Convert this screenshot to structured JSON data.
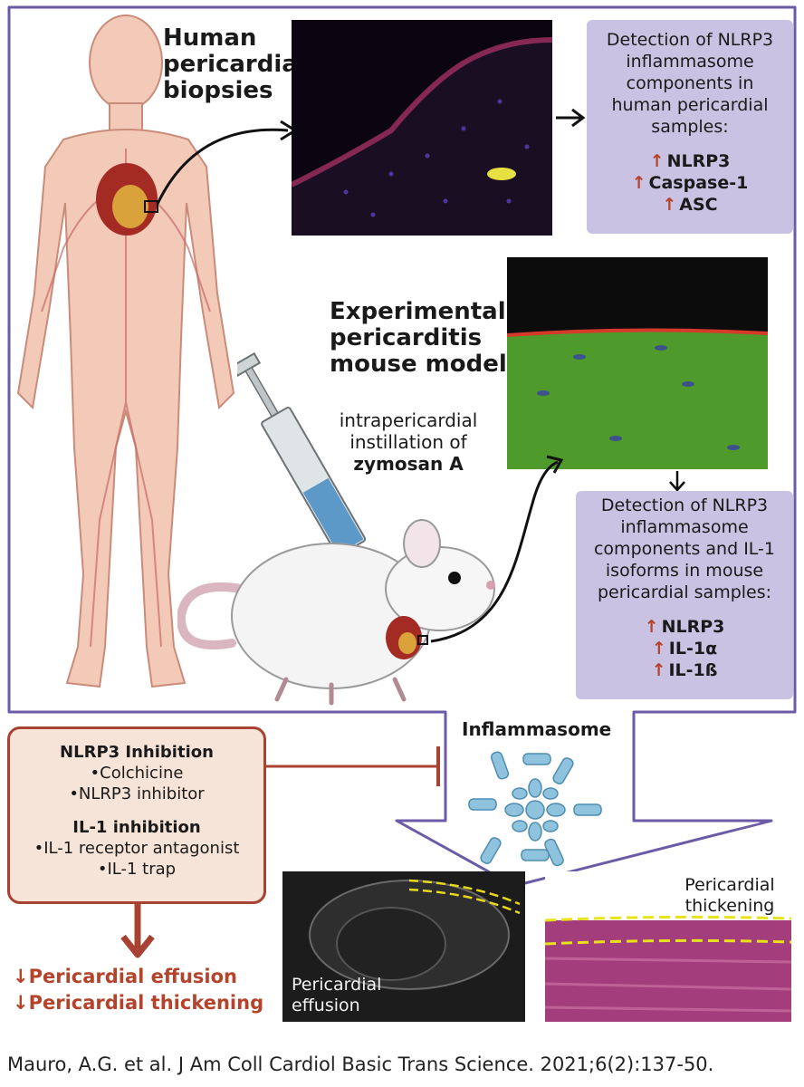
{
  "human_section": {
    "title": "Human pericardial biopsies",
    "detection": {
      "heading": "Detection of NLRP3 inflammasome components in human pericardial samples:",
      "markers": [
        "NLRP3",
        "Caspase-1",
        "ASC"
      ]
    }
  },
  "mouse_section": {
    "title": "Experimental pericarditis mouse model",
    "injection_label": "intrapericardial instillation of",
    "injection_agent": "zymosan A",
    "detection": {
      "heading": "Detection of NLRP3 inflammasome components and IL-1 isoforms in mouse pericardial samples:",
      "markers": [
        "NLRP3",
        "IL-1α",
        "IL-1ß"
      ]
    }
  },
  "inflammasome_label": "Inflammasome",
  "inhibition": {
    "nlrp3_title": "NLRP3 Inhibition",
    "nlrp3_items": [
      "•Colchicine",
      "•NLRP3 inhibitor"
    ],
    "il1_title": "IL-1 inhibition",
    "il1_items": [
      "•IL-1 receptor antagonist",
      "•IL-1 trap"
    ]
  },
  "outcomes": [
    "Pericardial effusion",
    "Pericardial thickening"
  ],
  "image_labels": {
    "echo": "Pericardial effusion",
    "histology": "Pericardial thickening"
  },
  "citation": "Mauro, A.G. et al. J Am Coll Cardiol Basic Trans Science. 2021;6(2):137-50.",
  "colors": {
    "frame": "#6b5ba6",
    "panel": "#c9c2e2",
    "accent_red": "#b5432b",
    "inhibition_bg": "#f6e4d8"
  },
  "icons": [
    "up-arrow",
    "down-arrow",
    "inhibition-bar",
    "syringe",
    "mouse",
    "human-body",
    "heart"
  ]
}
